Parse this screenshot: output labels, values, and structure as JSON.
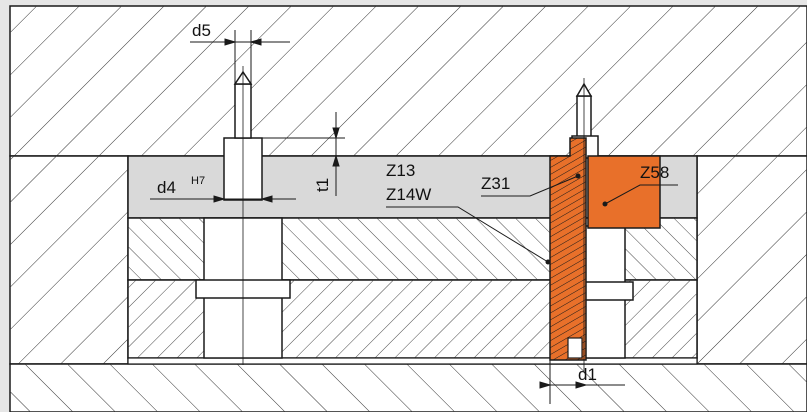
{
  "labels": {
    "d5": "d5",
    "d4": "d4",
    "h7": "H7",
    "t1": "t1",
    "z13": "Z13",
    "z14w": "Z14W",
    "z31": "Z31",
    "z58": "Z58",
    "d1": "d1"
  },
  "colors": {
    "background_band": "#e6e6e6",
    "gray_plate": "#d9d9d9",
    "accent_orange": "#e8702a",
    "outline": "#1a1a1a",
    "hatch": "#333333"
  }
}
